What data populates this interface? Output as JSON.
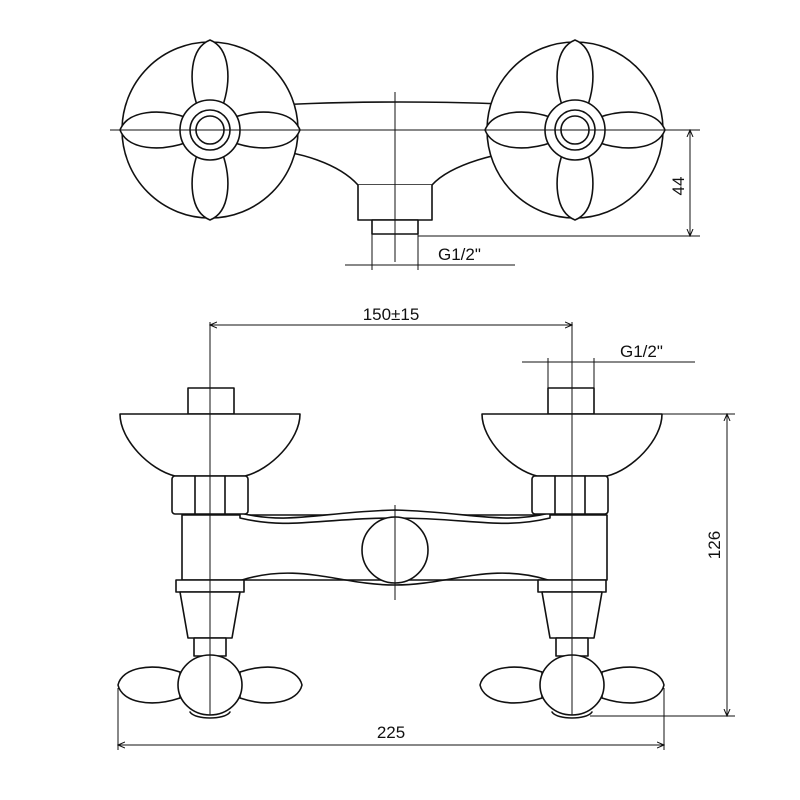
{
  "dimensions": {
    "top_height": "44",
    "top_thread": "G1/2\"",
    "center_distance": "150±15",
    "side_thread": "G1/2\"",
    "overall_height": "126",
    "overall_width": "225"
  }
}
